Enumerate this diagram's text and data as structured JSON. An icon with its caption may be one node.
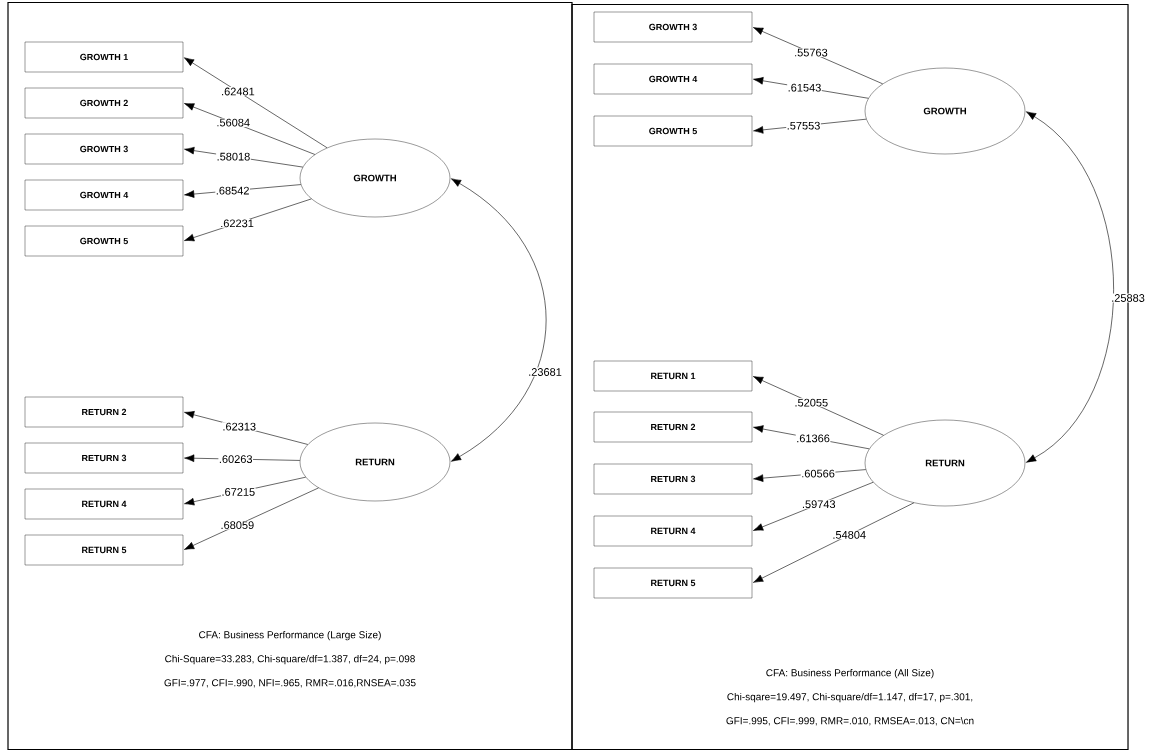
{
  "diagram": {
    "nodes": [
      {
        "text": [
          "CFA: Business Performance (Large Size)",
          "Chi-Square=33.283, Chi-square/df=1.387, df=24, p=.098",
          "GFI=.977, CFI=.990, NFI=.965, RMR=.016,RNSEA=.035"
        ]
      },
      {
        "text": [
          "GROWTH 1"
        ],
        "in": 0
      },
      {
        "text": [
          "GROWTH 2"
        ],
        "in": 0
      },
      {
        "text": [
          "GROWTH 3"
        ],
        "in": 0
      },
      {
        "text": [
          "GROWTH 4"
        ],
        "in": 0
      },
      {
        "text": [
          "GROWTH 5"
        ],
        "in": 0
      },
      {
        "text": [
          "GROWTH"
        ],
        "in": 0
      },
      {
        "text": [
          "RETURN 2"
        ],
        "in": 0
      },
      {
        "text": [
          "RETURN 3"
        ],
        "in": 0
      },
      {
        "text": [
          "RETURN 4"
        ],
        "in": 0
      },
      {
        "text": [
          "RETURN 5"
        ],
        "in": 0
      },
      {
        "text": [
          "RETURN"
        ],
        "in": 0
      },
      {
        "text": [
          "CFA: Business Performance (All Size)",
          "Chi-sqare=19.497, Chi-square/df=1.147, df=17, p=.301,",
          "GFI=.995, CFI=.999, RMR=.010, RMSEA=.013, CN=\\cn"
        ]
      },
      {
        "text": [
          "GROWTH 3"
        ],
        "in": 12
      },
      {
        "text": [
          "GROWTH 4"
        ],
        "in": 12
      },
      {
        "text": [
          "GROWTH 5"
        ],
        "in": 12
      },
      {
        "text": [
          "GROWTH"
        ],
        "in": 12
      },
      {
        "text": [
          "RETURN 1"
        ],
        "in": 12
      },
      {
        "text": [
          "RETURN 2"
        ],
        "in": 12
      },
      {
        "text": [
          "RETURN 3"
        ],
        "in": 12
      },
      {
        "text": [
          "RETURN 4"
        ],
        "in": 12
      },
      {
        "text": [
          "RETURN 5"
        ],
        "in": 12
      },
      {
        "text": [
          "RETURN"
        ],
        "in": 12
      }
    ],
    "edges": [
      {
        "from": 6,
        "to": 1,
        "arrow": "to",
        "label": ".62481"
      },
      {
        "from": 6,
        "to": 2,
        "arrow": "to",
        "label": ".56084"
      },
      {
        "from": 6,
        "to": 3,
        "arrow": "to",
        "label": ".58018"
      },
      {
        "from": 6,
        "to": 4,
        "arrow": "to",
        "label": ".68542"
      },
      {
        "from": 6,
        "to": 5,
        "arrow": "to",
        "label": ".62231"
      },
      {
        "from": 11,
        "to": 7,
        "arrow": "to",
        "label": ".62313"
      },
      {
        "from": 11,
        "to": 8,
        "arrow": "to",
        "label": ".60263"
      },
      {
        "from": 11,
        "to": 9,
        "arrow": "to",
        "label": ".67215"
      },
      {
        "from": 11,
        "to": 10,
        "arrow": "to",
        "label": ".68059"
      },
      {
        "from": 6,
        "to": 11,
        "arrow": "both",
        "label": ".23681"
      },
      {
        "from": 16,
        "to": 13,
        "arrow": "to",
        "label": ".55763"
      },
      {
        "from": 16,
        "to": 14,
        "arrow": "to",
        "label": ".61543"
      },
      {
        "from": 16,
        "to": 15,
        "arrow": "to",
        "label": ".57553"
      },
      {
        "from": 22,
        "to": 17,
        "arrow": "to",
        "label": ".52055"
      },
      {
        "from": 22,
        "to": 18,
        "arrow": "to",
        "label": ".61366"
      },
      {
        "from": 22,
        "to": 19,
        "arrow": "to",
        "label": ".60566"
      },
      {
        "from": 22,
        "to": 20,
        "arrow": "to",
        "label": ".59743"
      },
      {
        "from": 22,
        "to": 21,
        "arrow": "to",
        "label": ".54804"
      },
      {
        "from": 16,
        "to": 22,
        "arrow": "both",
        "label": ".25883"
      }
    ]
  }
}
